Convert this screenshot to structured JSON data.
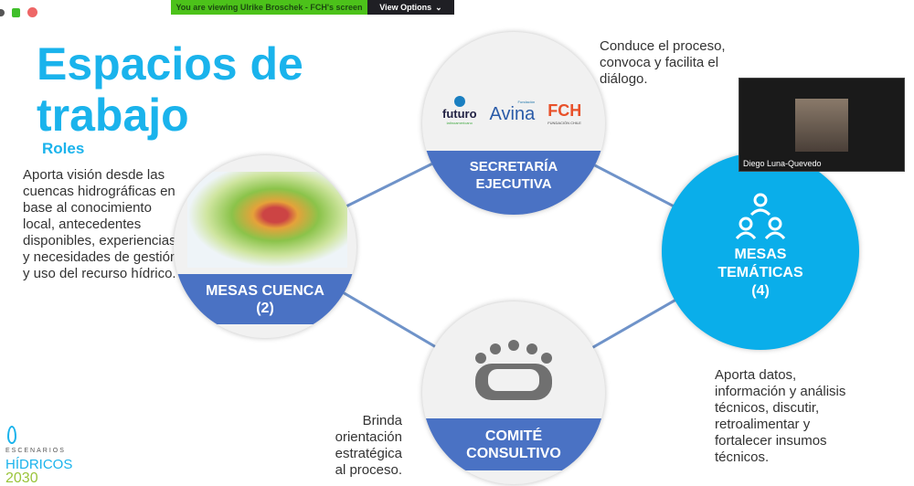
{
  "zoom": {
    "viewing_text": "You are viewing Ulrike Broschek - FCH's screen",
    "view_options": "View Options"
  },
  "slide": {
    "title_line1": "Espacios de",
    "title_line2": "trabajo",
    "subtitle": "Roles",
    "secretaria": {
      "label_line1": "SECRETARÍA",
      "label_line2": "EJECUTIVA",
      "logos": [
        "futuro",
        "Avina",
        "FCH"
      ],
      "logo_sub": {
        "futuro": "latinoamericano",
        "avina": "Fundación",
        "fch": "FUNDACIÓN CHILE"
      },
      "description": "Conduce el proceso, convoca y facilita el diálogo."
    },
    "mesas_cuenca": {
      "label_line1": "MESAS CUENCA",
      "label_line2": "(2)",
      "description": "Aporta visión desde las cuencas hidrográficas en base al conocimiento local, antecedentes disponibles, experiencias y necesidades de gestión y uso del recurso hídrico."
    },
    "mesas_tematicas": {
      "label_line1": "MESAS",
      "label_line2": "TEMÁTICAS",
      "label_line3": "(4)",
      "description": "Aporta datos, información y análisis técnicos, discutir, retroalimentar y fortalecer insumos técnicos."
    },
    "comite": {
      "label_line1": "COMITÉ",
      "label_line2": "CONSULTIVO",
      "description": "Brinda orientación estratégica al proceso."
    },
    "brand": {
      "line1": "ESCENARIOS",
      "line2": "HÍDRICOS",
      "line3": "2030"
    }
  },
  "participant": {
    "name": "Diego Luna-Quevedo"
  },
  "colors": {
    "accent": "#1ab3ec",
    "band": "#4a72c4",
    "zoom_green": "#4cc21a"
  }
}
